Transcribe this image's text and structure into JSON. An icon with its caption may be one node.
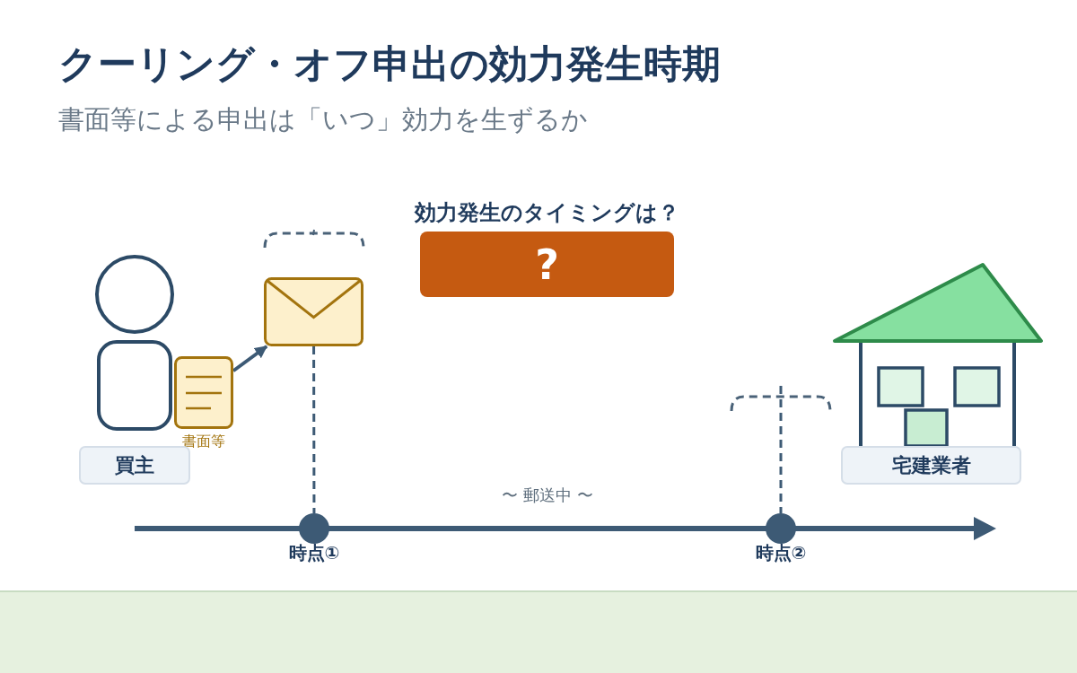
{
  "diagram": {
    "title": "クーリング・オフ申出の効力発生時期",
    "nodes": [
      {
        "text": [
          "効力発生のタイミングは？",
          "?"
        ]
      },
      {
        "text": [],
        "shape": "envelope"
      },
      {
        "text": [],
        "shape": "document",
        "beside": [
          "書面等"
        ]
      },
      {
        "text": [
          "買主"
        ]
      },
      {
        "text": [
          "宅建業者"
        ]
      },
      {
        "text": [],
        "shape": "circle",
        "beside": [
          "時点①"
        ]
      },
      {
        "text": [],
        "shape": "circle",
        "beside": [
          "時点②"
        ]
      }
    ],
    "edges": [
      {
        "from": 2,
        "to": 1,
        "arrow": "to"
      },
      {
        "from": 1,
        "to": 5,
        "arrow": "none",
        "style": "dashed"
      },
      {
        "from": null,
        "to": 6,
        "arrow": "none",
        "style": "dashed"
      }
    ],
    "labels": [
      "書面等による申出は「いつ」効力を生ずるか",
      "〜 郵送中 〜"
    ]
  }
}
